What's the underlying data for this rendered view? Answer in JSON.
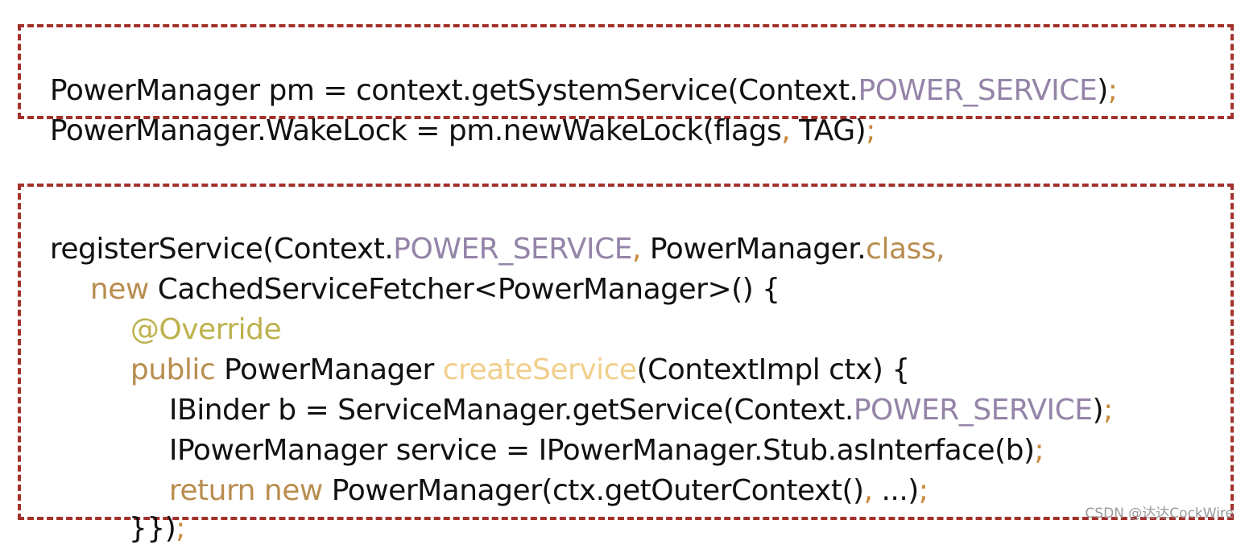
{
  "colors": {
    "text": "#111111",
    "constant": "#9484a8",
    "punctuation": "#c8873a",
    "keyword": "#b98d4f",
    "annotation": "#bdb24e",
    "method_name": "#f1cf8b",
    "border": "#a3322c"
  },
  "box1": {
    "lines": [
      [
        "PowerManager pm = context.getSystemService(Context.",
        "POWER_SERVICE",
        ")",
        ";"
      ],
      [
        "PowerManager.WakeLock = pm.newWakeLock(flags",
        ",",
        " TAG)",
        ";"
      ]
    ]
  },
  "box2": {
    "lines": [
      [
        "registerService(Context.",
        "POWER_SERVICE",
        ",",
        " PowerManager.",
        "class,"
      ],
      [
        "new",
        " CachedServiceFetcher<PowerManager>() {"
      ],
      [
        "@Override"
      ],
      [
        "public",
        " PowerManager ",
        "createService",
        "(ContextImpl ctx) {"
      ],
      [
        "IBinder b = ServiceManager.getService(Context.",
        "POWER_SERVICE",
        ")",
        ";"
      ],
      [
        "IPowerManager service = IPowerManager.Stub.asInterface(b)",
        ";"
      ],
      [
        "return new",
        " PowerManager(ctx.getOuterContext()",
        ",",
        " ...)",
        ";"
      ],
      [
        "}})",
        ";"
      ]
    ]
  },
  "watermark": "CSDN @达达CockWire"
}
